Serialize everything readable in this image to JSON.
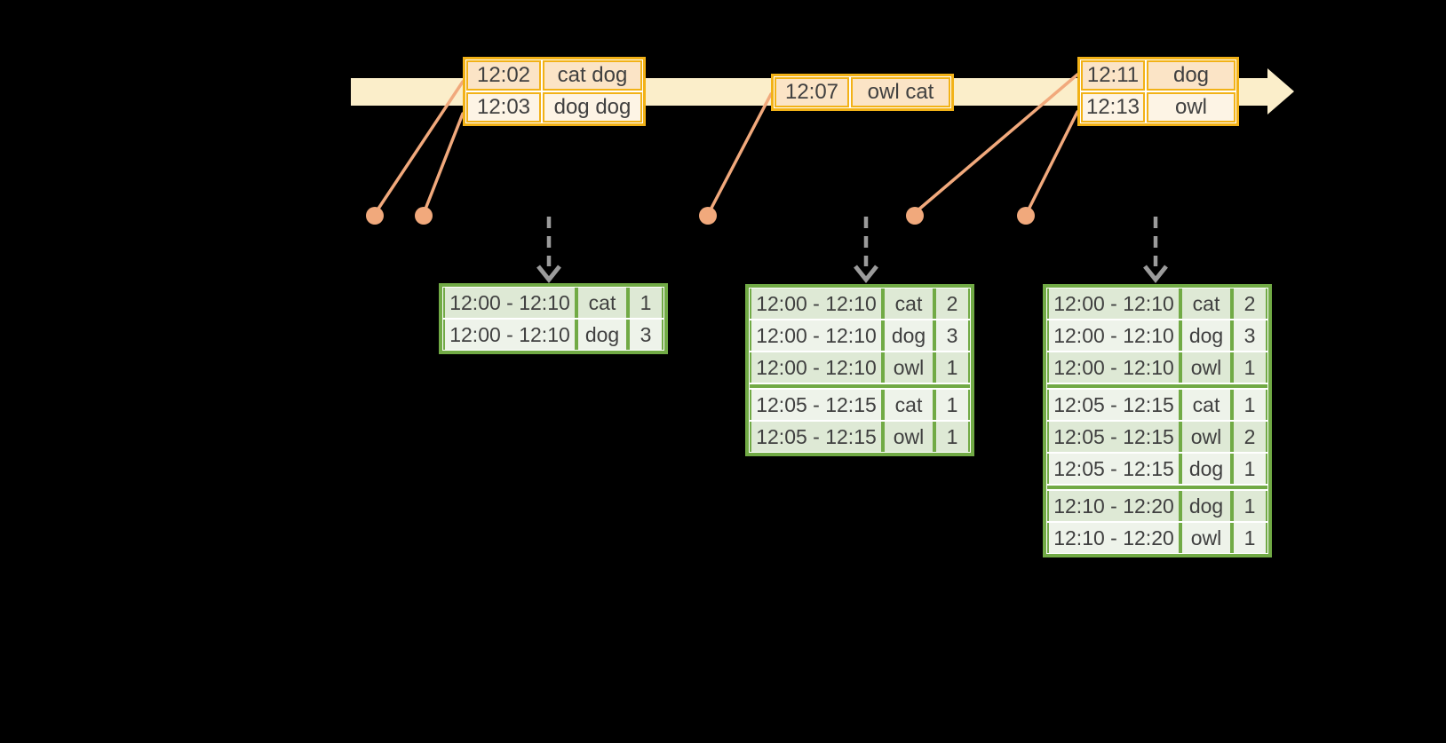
{
  "colors": {
    "background": "#000000",
    "timeline_fill": "#fbeeca",
    "event_table_border": "#f2b217",
    "event_row_dark": "#fbe4c6",
    "event_row_light": "#fdf4e5",
    "result_table_border": "#71aa45",
    "result_row_dark": "#dee9d5",
    "result_row_light": "#eef3ea",
    "connector": "#f1a97c",
    "trigger_arrow": "#9b9b9b",
    "text": "#404040"
  },
  "timeline": {
    "event_tables": [
      {
        "rows": [
          {
            "time": "12:02",
            "words": "cat dog"
          },
          {
            "time": "12:03",
            "words": "dog dog"
          }
        ]
      },
      {
        "rows": [
          {
            "time": "12:07",
            "words": "owl cat"
          }
        ]
      },
      {
        "rows": [
          {
            "time": "12:11",
            "words": "dog"
          },
          {
            "time": "12:13",
            "words": "owl"
          }
        ]
      }
    ]
  },
  "result_tables": [
    {
      "groups": [
        [
          [
            "12:00 - 12:10",
            "cat",
            "1"
          ],
          [
            "12:00 - 12:10",
            "dog",
            "3"
          ]
        ]
      ]
    },
    {
      "groups": [
        [
          [
            "12:00 - 12:10",
            "cat",
            "2"
          ],
          [
            "12:00 - 12:10",
            "dog",
            "3"
          ],
          [
            "12:00 - 12:10",
            "owl",
            "1"
          ]
        ],
        [
          [
            "12:05 - 12:15",
            "cat",
            "1"
          ],
          [
            "12:05 - 12:15",
            "owl",
            "1"
          ]
        ]
      ]
    },
    {
      "groups": [
        [
          [
            "12:00 - 12:10",
            "cat",
            "2"
          ],
          [
            "12:00 - 12:10",
            "dog",
            "3"
          ],
          [
            "12:00 - 12:10",
            "owl",
            "1"
          ]
        ],
        [
          [
            "12:05 - 12:15",
            "cat",
            "1"
          ],
          [
            "12:05 - 12:15",
            "owl",
            "2"
          ],
          [
            "12:05 - 12:15",
            "dog",
            "1"
          ]
        ],
        [
          [
            "12:10 - 12:20",
            "dog",
            "1"
          ],
          [
            "12:10 - 12:20",
            "owl",
            "1"
          ]
        ]
      ]
    }
  ]
}
